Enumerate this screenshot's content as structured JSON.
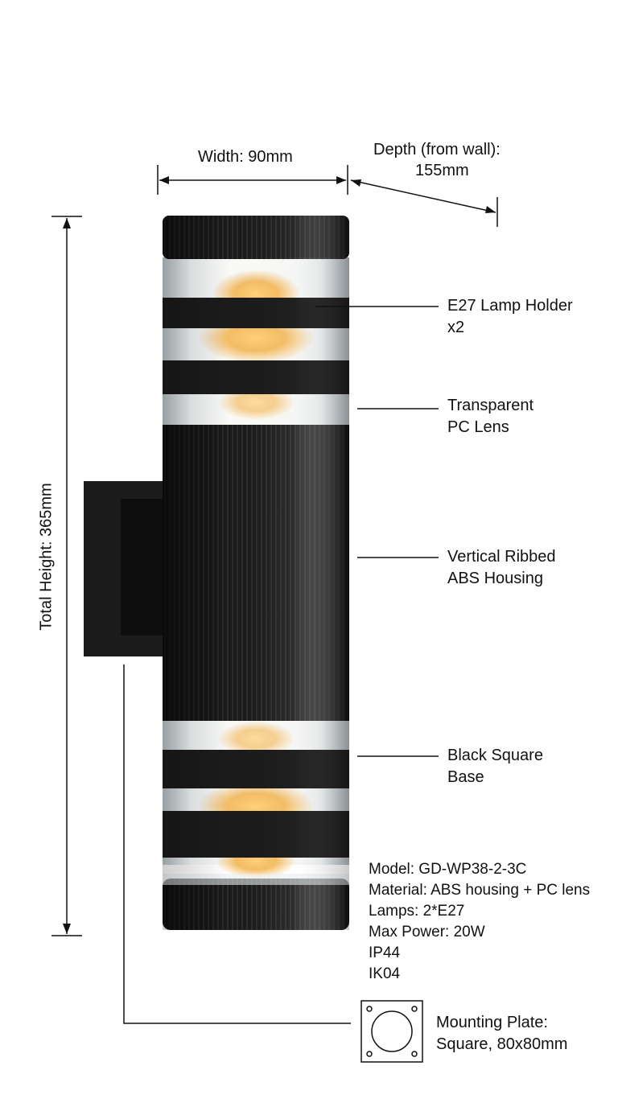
{
  "dimensions": {
    "width_label": "Width: 90mm",
    "depth_label_line1": "Depth (from wall):",
    "depth_label_line2": "155mm",
    "height_label": "Total Height: 365mm"
  },
  "callouts": [
    {
      "line1": "E27 Lamp Holder",
      "line2": "x2"
    },
    {
      "line1": "Transparent",
      "line2": "PC Lens"
    },
    {
      "line1": "Vertical Ribbed",
      "line2": "ABS Housing"
    },
    {
      "line1": "Black Square",
      "line2": "Base"
    }
  ],
  "specs": [
    "Model: GD-WP38-2-3C",
    "Material: ABS housing + PC lens",
    "Lamps: 2*E27",
    "Max Power: 20W",
    "IP44",
    "IK04"
  ],
  "mounting_plate": {
    "line1": "Mounting Plate:",
    "line2": "Square, 80x80mm"
  },
  "colors": {
    "housing": "#1a1a1a",
    "lens": "#e8eef0",
    "bulb_glow": "#f2b24a",
    "line": "#111111"
  }
}
